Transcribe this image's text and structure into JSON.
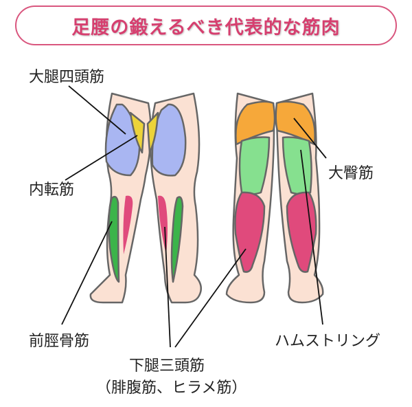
{
  "title": "足腰の鍛えるべき代表的な筋肉",
  "labels": {
    "quadriceps": "大腿四頭筋",
    "adductor": "内転筋",
    "tibialis": "前脛骨筋",
    "triceps_surae": "下腿三頭筋",
    "triceps_surae_sub": "（腓腹筋、ヒラメ筋）",
    "gluteus": "大臀筋",
    "hamstring": "ハムストリング"
  },
  "colors": {
    "quadriceps": "#a9b6f2",
    "adductor": "#ecd33a",
    "tibialis": "#3cb44a",
    "calf": "#e04a7c",
    "gluteus": "#f6a83a",
    "hamstring": "#86e08f",
    "skin": "#fbe1d3",
    "accent": "#d63f6f"
  }
}
